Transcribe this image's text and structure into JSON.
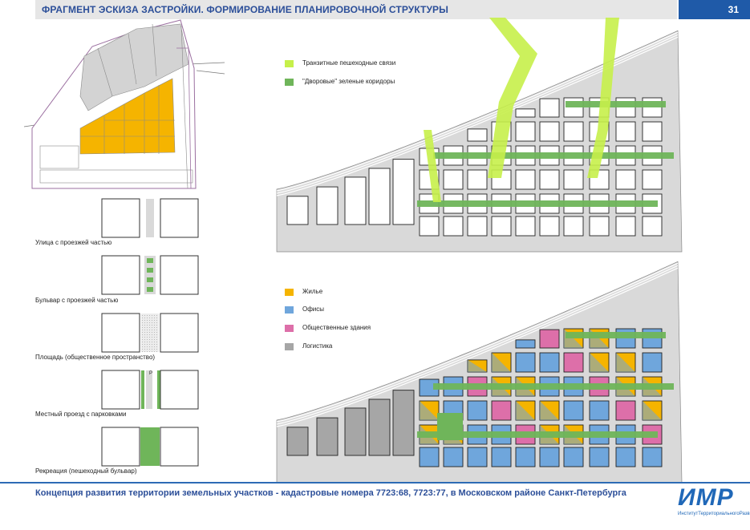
{
  "header": {
    "title": "ФРАГМЕНТ ЭСКИЗА ЗАСТРОЙКИ. ФОРМИРОВАНИЕ ПЛАНИРОВОЧНОЙ СТРУКТУРЫ",
    "page_number": "31"
  },
  "footer": {
    "text": "Концепция развития территории земельных участков - кадастровые номера 7723:68, 7723:77, в Московском районе  Санкт-Петербурга",
    "logo_mark": "ИМР",
    "logo_sub": "ИнститутТерриториальногоРазвития"
  },
  "legend_top": [
    {
      "label": "Транзитные пешеходные связи",
      "color": "#c6f04a"
    },
    {
      "label": "\"Дворовые\" зеленые коридоры",
      "color": "#6fb55a"
    }
  ],
  "legend_bottom": [
    {
      "label": "Жилье",
      "color": "#f5b400"
    },
    {
      "label": "Офисы",
      "color": "#6fa6dc"
    },
    {
      "label": "Общественные здания",
      "color": "#dd6fa9"
    },
    {
      "label": "Логистика",
      "color": "#a6a6a6"
    }
  ],
  "profiles": [
    {
      "label": "Улица с проезжей частью"
    },
    {
      "label": "Бульвар с проезжей частью"
    },
    {
      "label": "Площадь (общественное пространство)"
    },
    {
      "label": "Местный проезд с парковками",
      "marker": "P"
    },
    {
      "label": "Рекреация (пешеходный бульвар)"
    }
  ],
  "colors": {
    "header_blue": "#1f5aa8",
    "housing": "#f5b400",
    "office": "#6fa6dc",
    "public": "#dd6fa9",
    "logistics": "#a6a6a6",
    "green_corridor": "#6fb55a",
    "transit": "#c6f04a",
    "road": "#d9d9d9"
  }
}
